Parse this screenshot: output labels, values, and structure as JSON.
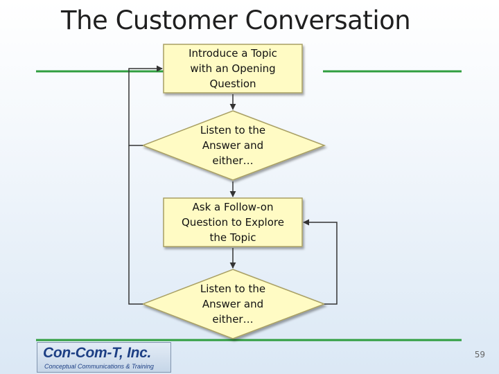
{
  "slide": {
    "title": "The Customer Conversation",
    "slide_number": "59"
  },
  "flowchart": {
    "nodes": [
      {
        "id": "intro",
        "shape": "rectangle",
        "text": "Introduce a Topic\nwith an Opening\nQuestion"
      },
      {
        "id": "listen1",
        "shape": "diamond",
        "text": "Listen to the\nAnswer and\neither…"
      },
      {
        "id": "followup",
        "shape": "rectangle",
        "text": "Ask a Follow-on\nQuestion to Explore\nthe Topic"
      },
      {
        "id": "listen2",
        "shape": "diamond",
        "text": "Listen to the\nAnswer and\neither…"
      }
    ],
    "edges": [
      {
        "from": "intro",
        "to": "listen1"
      },
      {
        "from": "listen1",
        "to": "followup"
      },
      {
        "from": "followup",
        "to": "listen2"
      },
      {
        "from": "listen1",
        "to": "intro",
        "route": "left-loop"
      },
      {
        "from": "listen2",
        "to": "intro",
        "route": "left-loop"
      },
      {
        "from": "listen2",
        "to": "followup",
        "route": "right-loop"
      }
    ]
  },
  "logo": {
    "company": "Con-Com-T, Inc.",
    "tagline": "Conceptual Communications & Training"
  },
  "colors": {
    "node_fill": "#fffbc4",
    "node_border": "#a89f63",
    "accent_line": "#2f9e3f",
    "connector": "#333333",
    "logo_text": "#1d3f84"
  }
}
